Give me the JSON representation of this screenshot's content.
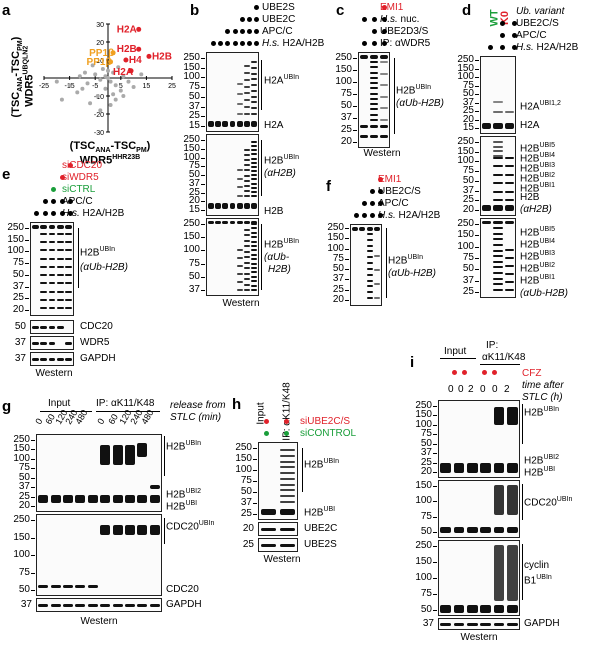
{
  "panels": {
    "a": {
      "label": "a",
      "ylabel_line1": "WDR5",
      "ylabel_sup": "UBQLN2",
      "ylabel_line2": "(TSC",
      "ylabel_sub1": "ANA",
      "ylabel_mid": "-TSC",
      "ylabel_sub2": "PM",
      "ylabel_end": ")",
      "xlabel_line1": "(TSC",
      "xlabel_sub1": "ANA",
      "xlabel_mid": "-TSC",
      "xlabel_sub2": "PM",
      "xlabel_end": ")",
      "xlabel_line2": "WDR5",
      "xlabel_sup": "HHR23B",
      "annotations": [
        "H2A",
        "PP1β",
        "H2B",
        "PP1β",
        "H2B",
        "H4",
        "H2A"
      ],
      "colors": {
        "red": "#e0212a",
        "orange": "#f0a020",
        "gray": "#aaaaaa"
      },
      "chart_data": {
        "type": "scatter",
        "xlim": [
          -25,
          25
        ],
        "ylim": [
          -30,
          30
        ],
        "xticks": [
          "-25",
          "0",
          "25"
        ],
        "yticks": [
          "30",
          "0",
          "-30"
        ],
        "x_tick_labels": [
          "-25",
          "-15",
          "-5",
          "5",
          "15",
          "25"
        ],
        "y_tick_labels": [
          "30",
          "20",
          "10",
          "0",
          "-10",
          "-20",
          "-30"
        ],
        "highlighted_points": [
          {
            "x": 12,
            "y": 27,
            "label": "H2A",
            "color": "red"
          },
          {
            "x": 2,
            "y": 14,
            "label": "PP1β",
            "color": "orange"
          },
          {
            "x": 1,
            "y": 9,
            "label": "PP1β",
            "color": "orange"
          },
          {
            "x": 12,
            "y": 16,
            "label": "H2B",
            "color": "red"
          },
          {
            "x": 16,
            "y": 12,
            "label": "H2B",
            "color": "red"
          },
          {
            "x": 7,
            "y": 10,
            "label": "H4",
            "color": "red"
          },
          {
            "x": 9,
            "y": 4,
            "label": "H2A",
            "color": "red"
          }
        ],
        "background_points": [
          {
            "x": -5,
            "y": 2
          },
          {
            "x": -3,
            "y": -1
          },
          {
            "x": -1,
            "y": 1
          },
          {
            "x": 0,
            "y": 0
          },
          {
            "x": 1,
            "y": -2
          },
          {
            "x": 2,
            "y": 3
          },
          {
            "x": 3,
            "y": -4
          },
          {
            "x": -8,
            "y": -3
          },
          {
            "x": -10,
            "y": -6
          },
          {
            "x": -12,
            "y": -8
          },
          {
            "x": -4,
            "y": -10
          },
          {
            "x": 4,
            "y": 6
          },
          {
            "x": 5,
            "y": -7
          },
          {
            "x": -2,
            "y": 5
          },
          {
            "x": -6,
            "y": 7
          },
          {
            "x": 6,
            "y": 1
          },
          {
            "x": 8,
            "y": -2
          },
          {
            "x": -15,
            "y": -4
          },
          {
            "x": -18,
            "y": -12
          },
          {
            "x": 10,
            "y": -5
          },
          {
            "x": -7,
            "y": -14
          },
          {
            "x": 3,
            "y": -12
          },
          {
            "x": -1,
            "y": -6
          },
          {
            "x": 0,
            "y": 4
          },
          {
            "x": 2,
            "y": -9
          },
          {
            "x": -9,
            "y": 3
          },
          {
            "x": -20,
            "y": -2
          },
          {
            "x": 13,
            "y": 2
          },
          {
            "x": -3,
            "y": -18
          },
          {
            "x": 1,
            "y": -15
          },
          {
            "x": 6,
            "y": -10
          },
          {
            "x": -11,
            "y": 1
          }
        ]
      }
    },
    "b": {
      "label": "b",
      "conditions": [
        "UBE2S",
        "UBE2C",
        "APC/C",
        "H.s. H2A/H2B"
      ],
      "blot1_label": "H2A",
      "blot1_sup": "UBIn",
      "blot1_base": "H2A",
      "blot2_label": "H2B",
      "blot2_sup": "UBIn",
      "blot2_ab": "(αH2B)",
      "blot2_base": "H2B",
      "blot3_label": "H2B",
      "blot3_sup": "UBIn",
      "blot3_ab1": "(αUb-",
      "blot3_ab2": "H2B)",
      "mw1": [
        "250",
        "150",
        "100",
        "75",
        "50",
        "37",
        "25",
        "15"
      ],
      "mw2": [
        "250",
        "150",
        "100",
        "75",
        "50",
        "37",
        "25",
        "20",
        "15"
      ],
      "mw3": [
        "250",
        "150",
        "100",
        "75",
        "50",
        "37"
      ],
      "western": "Western"
    },
    "c": {
      "label": "c",
      "conditions": [
        "EMI1",
        "H.s. nuc.",
        "UBE2D3/S",
        "IP: αWDR5"
      ],
      "blot_label": "H2B",
      "blot_sup": "UBIn",
      "blot_ab": "(αUb-H2B)",
      "mw": [
        "250",
        "150",
        "100",
        "75",
        "50",
        "37",
        "25",
        "20"
      ],
      "western": "Western"
    },
    "d": {
      "label": "d",
      "variant_label": "Ub. variant",
      "wt": "WT",
      "k0": "K0",
      "conditions": [
        "UBE2C/S",
        "APC/C",
        "H.s. H2A/H2B"
      ],
      "blot1_label": "H2A",
      "blot1_sup": "UBI1,2",
      "blot1_base": "H2A",
      "blot2_labels": [
        "H2B",
        "H2B",
        "H2B",
        "H2B",
        "H2B",
        "H2B"
      ],
      "blot2_sups": [
        "UBI5",
        "UBI4",
        "UBI3",
        "UBI2",
        "UBI1",
        ""
      ],
      "blot2_ab": "(αH2B)",
      "blot3_labels": [
        "H2B",
        "H2B",
        "H2B",
        "H2B",
        "H2B"
      ],
      "blot3_sups": [
        "UBI5",
        "UBI4",
        "UBI3",
        "UBI2",
        "UBI1"
      ],
      "blot3_ab": "(αUb-H2B)",
      "mw1": [
        "250",
        "150",
        "100",
        "75",
        "50",
        "37",
        "25",
        "20",
        "15"
      ],
      "mw2": [
        "250",
        "150",
        "100",
        "75",
        "50",
        "37",
        "25",
        "20"
      ],
      "mw3": [
        "250",
        "150",
        "100",
        "75",
        "50",
        "37",
        "25"
      ]
    },
    "e": {
      "label": "e",
      "conditions": [
        "siCDC20",
        "siWDR5",
        "siCTRL",
        "APC/C",
        "H.s. H2A/H2B"
      ],
      "blot_label": "H2B",
      "blot_sup": "UBIn",
      "blot_ab": "(αUb-H2B)",
      "mw": [
        "250",
        "150",
        "100",
        "75",
        "50",
        "37",
        "25",
        "20"
      ],
      "bottom_labels": [
        "CDC20",
        "WDR5",
        "GAPDH"
      ],
      "bottom_mw": [
        "50",
        "37",
        "37"
      ],
      "western": "Western"
    },
    "f": {
      "label": "f",
      "conditions": [
        "EMI1",
        "UBE2C/S",
        "APC/C",
        "H.s. H2A/H2B"
      ],
      "blot_label": "H2B",
      "blot_sup": "UBIn",
      "blot_ab": "(αUb-H2B)",
      "mw": [
        "250",
        "150",
        "100",
        "75",
        "50",
        "37",
        "25",
        "20"
      ]
    },
    "g": {
      "label": "g",
      "input": "Input",
      "ip": "IP: αK11/K48",
      "release1": "release from",
      "release2": "STLC (min)",
      "times_input": [
        "0",
        "60",
        "120",
        "240",
        "480"
      ],
      "times_ip": [
        "0",
        "60",
        "120",
        "240",
        "480"
      ],
      "blot1_labels": [
        "H2B",
        "H2B",
        "H2B"
      ],
      "blot1_sups": [
        "UBIn",
        "UBI2",
        "UBI"
      ],
      "blot2_labels": [
        "CDC20",
        "CDC20"
      ],
      "blot2_sups": [
        "UBIn",
        ""
      ],
      "gapdh": "GAPDH",
      "mw1": [
        "250",
        "150",
        "100",
        "75",
        "50",
        "37",
        "25",
        "20"
      ],
      "mw2": [
        "250",
        "150",
        "100",
        "75",
        "50"
      ],
      "mw3": [
        "37"
      ],
      "western": "Western"
    },
    "h": {
      "label": "h",
      "input": "Input",
      "ip": "IP: αK11/K48",
      "conditions": [
        "siUBE2C/S",
        "siCONTROL"
      ],
      "blot1_labels": [
        "H2B",
        "H2B"
      ],
      "blot1_sups": [
        "UBIn",
        "UBI"
      ],
      "mw1": [
        "250",
        "150",
        "100",
        "75",
        "50",
        "37",
        "25"
      ],
      "bottom_labels": [
        "UBE2C",
        "UBE2S"
      ],
      "bottom_mw": [
        "20",
        "25"
      ],
      "western": "Western"
    },
    "i": {
      "label": "i",
      "input": "Input",
      "ip": "IP:",
      "ip2": "αK11/K48",
      "cfz": "CFZ",
      "time1": "time after",
      "time2": "STLC (h)",
      "times": [
        "0",
        "0",
        "2",
        "0",
        "0",
        "2"
      ],
      "blot1_labels": [
        "H2B",
        "H2B",
        "H2B"
      ],
      "blot1_sups": [
        "UBIn",
        "UBI2",
        "UBI"
      ],
      "blot2_label": "CDC20",
      "blot2_sup": "UBIn",
      "blot3_label1": "cyclin",
      "blot3_label2": "B1",
      "blot3_sup": "UBIn",
      "gapdh": "GAPDH",
      "mw1": [
        "250",
        "150",
        "100",
        "75",
        "50",
        "37",
        "25",
        "20"
      ],
      "mw2": [
        "150",
        "100",
        "75",
        "50"
      ],
      "mw3": [
        "250",
        "150",
        "100",
        "75",
        "50"
      ],
      "mw4": [
        "37"
      ],
      "western": "Western"
    }
  }
}
